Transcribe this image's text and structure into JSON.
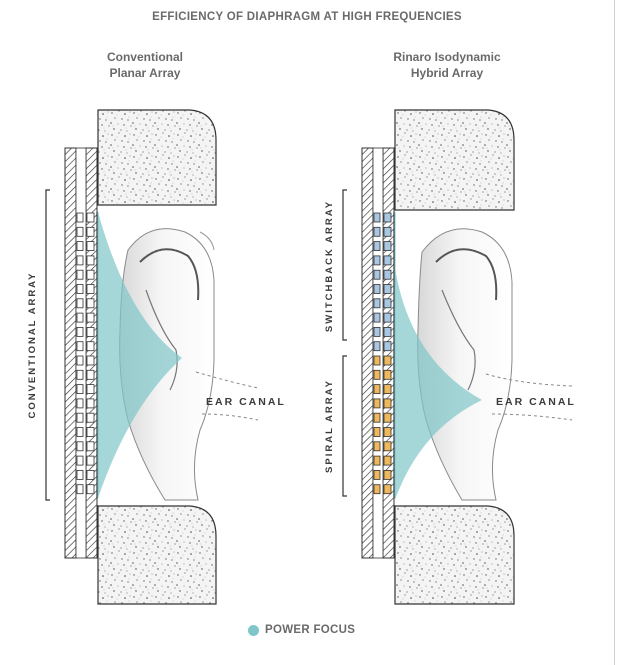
{
  "title": "EFFICIENCY OF DIAPHRAGM AT HIGH FREQUENCIES",
  "left_panel": {
    "subtitle_line1": "Conventional",
    "subtitle_line2": "Planar Array",
    "array_label": "CONVENTIONAL ARRAY",
    "ear_label": "EAR CANAL"
  },
  "right_panel": {
    "subtitle_line1": "Rinaro Isodynamic",
    "subtitle_line2": "Hybrid Array",
    "upper_array_label": "SWITCHBACK ARRAY",
    "lower_array_label": "SPIRAL ARRAY",
    "ear_label": "EAR CANAL"
  },
  "legend": {
    "label": "POWER FOCUS"
  },
  "colors": {
    "power_focus": "#7fc6c9",
    "switchback_magnet": "#a9c6e3",
    "spiral_magnet": "#f0b85c",
    "text": "#6a6a6a"
  }
}
